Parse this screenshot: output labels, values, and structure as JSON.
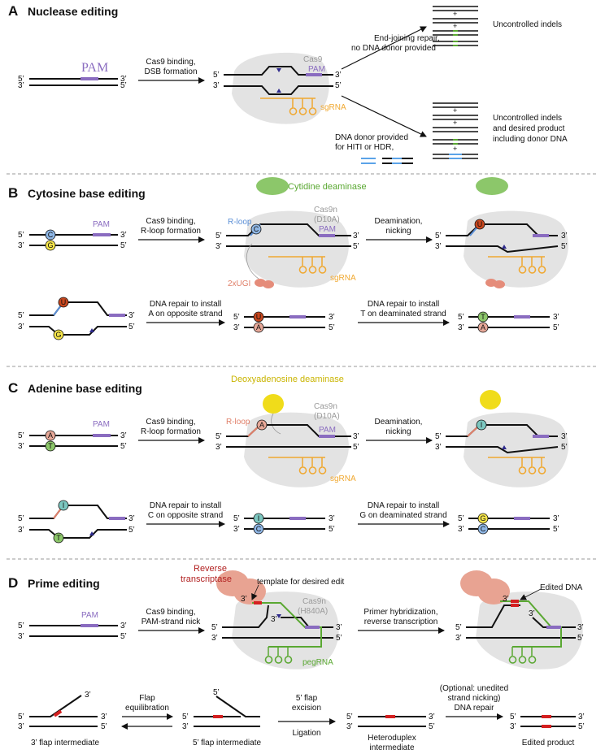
{
  "panels": {
    "A": {
      "letter": "A",
      "title": "Nuclease editing"
    },
    "B": {
      "letter": "B",
      "title": "Cytosine base editing"
    },
    "C": {
      "letter": "C",
      "title": "Adenine base editing"
    },
    "D": {
      "letter": "D",
      "title": "Prime editing"
    }
  },
  "ends": {
    "five": "5’",
    "three": "3’"
  },
  "labels": {
    "pam": "PAM",
    "cas9": "Cas9",
    "cas9n": "Cas9n",
    "d10a": "(D10A)",
    "h840a": "(H840A)",
    "sgrna": "sgRNA",
    "pegrna": "pegRNA",
    "rloop": "R-loop",
    "cytidine_deaminase": "Cytidine deaminase",
    "deoxyadenosine_deaminase": "Deoxyadenosine deaminase",
    "ugi": "2xUGI",
    "reverse": "Reverse",
    "transcriptase": "transcriptase",
    "template": "template for desired edit",
    "edited_dna": "Edited DNA",
    "plus": "+"
  },
  "bases": {
    "C": "C",
    "G": "G",
    "U": "U",
    "T": "T",
    "A": "A",
    "I": "I"
  },
  "arrows": {
    "a1": [
      "Cas9 binding,",
      "DSB formation"
    ],
    "a_top": [
      "End-joining repair,",
      "no DNA donor provided"
    ],
    "a_bot": [
      "DNA donor provided",
      "for HITI or HDR,"
    ],
    "b1": [
      "Cas9 binding,",
      "R-loop formation"
    ],
    "b2": [
      "Deamination,",
      "nicking"
    ],
    "b3": [
      "DNA repair to install",
      "A on opposite strand"
    ],
    "b4": [
      "DNA repair to install",
      "T on deaminated strand"
    ],
    "c1": [
      "Cas9 binding,",
      "R-loop formation"
    ],
    "c2": [
      "Deamination,",
      "nicking"
    ],
    "c3": [
      "DNA repair to install",
      "C on opposite strand"
    ],
    "c4": [
      "DNA repair to install",
      "G on deaminated strand"
    ],
    "d1": [
      "Cas9 binding,",
      "PAM-strand nick"
    ],
    "d2": [
      "Primer hybridization,",
      "reverse transcription"
    ],
    "d3": [
      "Flap",
      "equilibration"
    ],
    "d4": [
      "5’ flap",
      "excision"
    ],
    "d4b": "Ligation",
    "d5": [
      "(Optional: unedited",
      "strand nicking)",
      "DNA repair"
    ]
  },
  "outcomes": {
    "uncontrolled": "Uncontrolled indels",
    "donor": [
      "Uncontrolled indels",
      "and desired product",
      "including donor DNA"
    ]
  },
  "captions": {
    "three_flap": "3’ flap intermediate",
    "five_flap": "5’ flap intermediate",
    "heteroduplex": [
      "Heteroduplex",
      "intermediate"
    ],
    "edited_product": "Edited product"
  }
}
